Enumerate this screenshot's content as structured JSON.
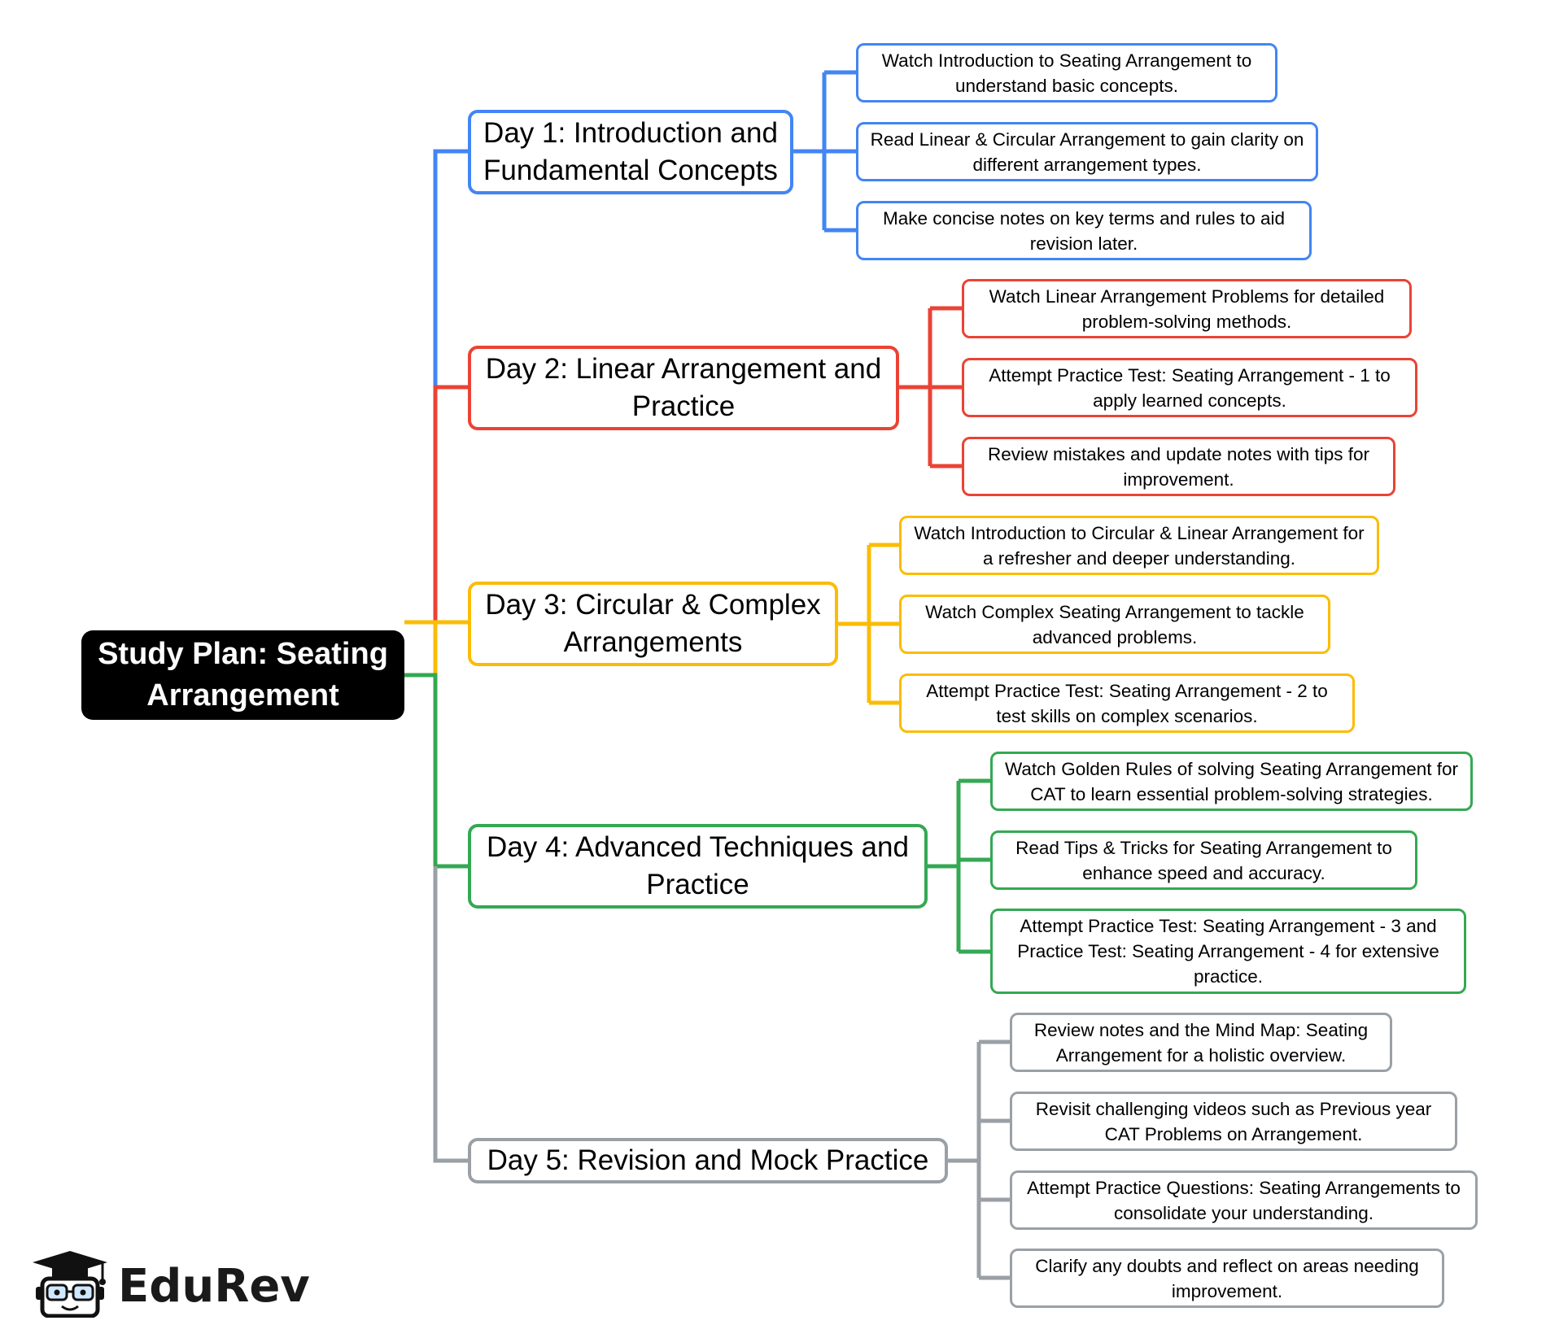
{
  "root": {
    "label": "Study Plan: Seating Arrangement"
  },
  "colors": {
    "day1": "#4285f4",
    "day2": "#ea4335",
    "day3": "#fbbc04",
    "day4": "#34a853",
    "day5": "#9aa0a6",
    "root_bg": "#000000"
  },
  "days": [
    {
      "label": "Day 1: Introduction and Fundamental Concepts",
      "tasks": [
        "Watch Introduction to Seating Arrangement to understand basic concepts.",
        "Read Linear & Circular Arrangement to gain clarity on different arrangement types.",
        "Make concise notes on key terms and rules to aid revision later."
      ]
    },
    {
      "label": "Day 2: Linear Arrangement and Practice",
      "tasks": [
        "Watch Linear Arrangement Problems for detailed problem-solving methods.",
        "Attempt Practice Test: Seating Arrangement - 1 to apply learned concepts.",
        "Review mistakes and update notes with tips for improvement."
      ]
    },
    {
      "label": "Day 3: Circular & Complex Arrangements",
      "tasks": [
        "Watch Introduction to Circular & Linear Arrangement for a refresher and deeper understanding.",
        "Watch Complex Seating Arrangement to tackle advanced problems.",
        "Attempt Practice Test: Seating Arrangement - 2 to test skills on complex scenarios."
      ]
    },
    {
      "label": "Day 4: Advanced Techniques and Practice",
      "tasks": [
        "Watch Golden Rules of solving Seating Arrangement for CAT to learn essential problem-solving strategies.",
        "Read Tips & Tricks for Seating Arrangement to enhance speed and accuracy.",
        "Attempt Practice Test: Seating Arrangement - 3 and Practice Test: Seating Arrangement - 4 for extensive practice."
      ]
    },
    {
      "label": "Day 5: Revision and Mock Practice",
      "tasks": [
        "Review notes and the Mind Map: Seating Arrangement for a holistic overview.",
        "Revisit challenging videos such as Previous year CAT Problems on Arrangement.",
        "Attempt Practice Questions: Seating Arrangements to consolidate your understanding.",
        "Clarify any doubts and reflect on areas needing improvement."
      ]
    }
  ],
  "brand": {
    "name": "EduRev",
    "icon": "graduation-cap-mascot-icon"
  }
}
